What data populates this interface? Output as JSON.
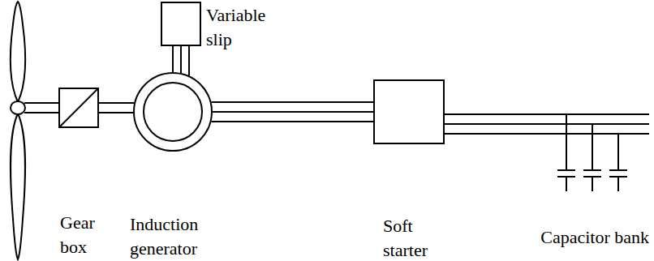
{
  "diagram": {
    "nodes": [
      {
        "text": [
          "Gear box"
        ]
      },
      {
        "text": [
          "Variable slip"
        ]
      },
      {
        "text": [
          "Induction generator"
        ]
      },
      {
        "text": [
          "Soft starter"
        ]
      },
      {
        "text": [
          "Capacitor bank"
        ]
      }
    ],
    "edges": [
      {
        "from": 0,
        "to": 2,
        "arrow": "none"
      },
      {
        "from": 2,
        "to": 1,
        "arrow": "none"
      },
      {
        "from": 2,
        "to": 3,
        "arrow": "none"
      },
      {
        "from": 3,
        "to": 4,
        "arrow": "none"
      }
    ]
  }
}
